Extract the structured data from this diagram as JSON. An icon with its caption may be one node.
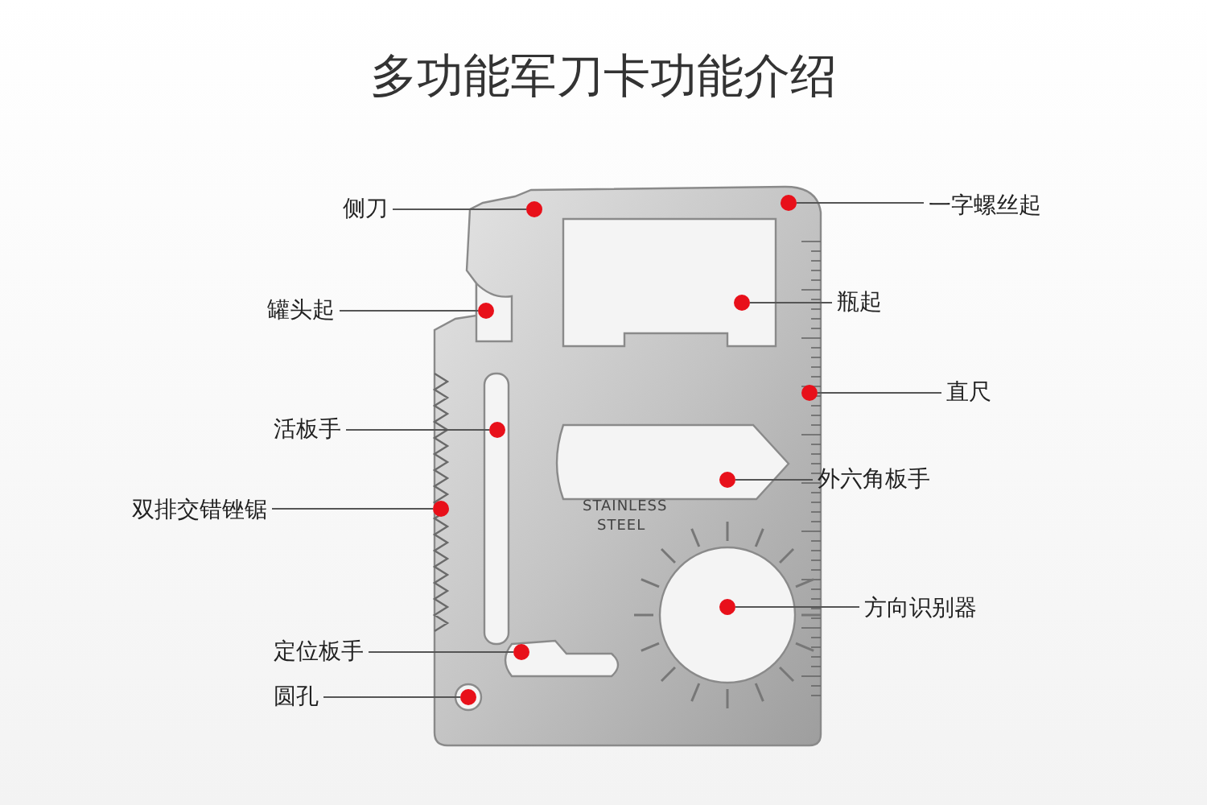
{
  "diagram": {
    "title": "多功能军刀卡功能介绍",
    "nodes": [
      {
        "text": [
          "侧刀"
        ]
      },
      {
        "text": [
          "一字螺丝起"
        ]
      },
      {
        "text": [
          "罐头起"
        ]
      },
      {
        "text": [
          "瓶起"
        ]
      },
      {
        "text": [
          "直尺"
        ]
      },
      {
        "text": [
          "活板手"
        ]
      },
      {
        "text": [
          "外六角板手"
        ]
      },
      {
        "text": [
          "双排交错锉锯"
        ]
      },
      {
        "text": [
          "方向识别器"
        ]
      },
      {
        "text": [
          "定位板手"
        ]
      },
      {
        "text": [
          "圆孔"
        ]
      },
      {
        "text": [],
        "shape": "circle"
      },
      {
        "text": [],
        "shape": "circle"
      },
      {
        "text": [],
        "shape": "circle"
      },
      {
        "text": [],
        "shape": "circle"
      },
      {
        "text": [],
        "shape": "circle"
      },
      {
        "text": [],
        "shape": "circle"
      },
      {
        "text": [],
        "shape": "circle"
      },
      {
        "text": [],
        "shape": "circle"
      },
      {
        "text": [],
        "shape": "circle"
      },
      {
        "text": [],
        "shape": "circle"
      },
      {
        "text": [],
        "shape": "circle"
      }
    ],
    "edges": [
      {
        "from": 0,
        "to": 11,
        "arrow": "none"
      },
      {
        "from": 1,
        "to": 12,
        "arrow": "none"
      },
      {
        "from": 2,
        "to": 13,
        "arrow": "none"
      },
      {
        "from": 3,
        "to": 14,
        "arrow": "none"
      },
      {
        "from": 4,
        "to": 15,
        "arrow": "none"
      },
      {
        "from": 5,
        "to": 16,
        "arrow": "none"
      },
      {
        "from": 6,
        "to": 17,
        "arrow": "none"
      },
      {
        "from": 7,
        "to": 18,
        "arrow": "none"
      },
      {
        "from": 8,
        "to": 19,
        "arrow": "none"
      },
      {
        "from": 9,
        "to": 20,
        "arrow": "none"
      },
      {
        "from": 10,
        "to": 21,
        "arrow": "none"
      }
    ],
    "labels": [
      "STAINLESS",
      "STEEL"
    ]
  }
}
